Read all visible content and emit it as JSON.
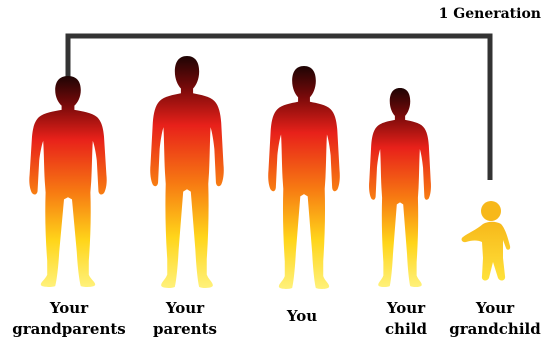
{
  "generation_label": "1 Generation",
  "colors": {
    "head": "#1e0404",
    "torso": "#e8211a",
    "legs": "#ffd51a",
    "feet": "#fff17a",
    "bracket": "#333333"
  },
  "figures": [
    {
      "id": "grandparents",
      "label_line1": "Your",
      "label_line2": "grandparents"
    },
    {
      "id": "parents",
      "label_line1": "Your",
      "label_line2": "parents"
    },
    {
      "id": "you",
      "label_line1": "You",
      "label_line2": ""
    },
    {
      "id": "child",
      "label_line1": "Your",
      "label_line2": "child"
    },
    {
      "id": "grandchild",
      "label_line1": "Your",
      "label_line2": "grandchild"
    }
  ]
}
